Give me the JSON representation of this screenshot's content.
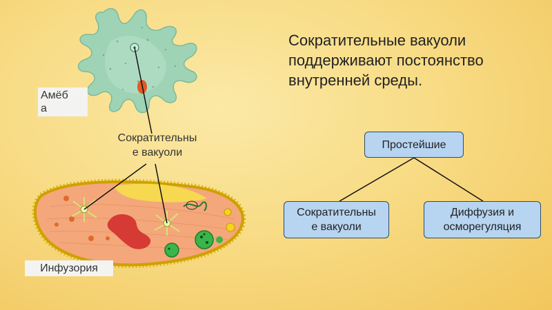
{
  "heading": "Сократительные вакуоли поддерживают постоянство внутренней среды.",
  "labels": {
    "amoeba": "Амёб\nа",
    "vacuoles_caption": "Сократительны\nе вакуоли",
    "infusoria": "Инфузория"
  },
  "diagram": {
    "root": "Простейшие",
    "left": "Сократительны\nе вакуоли",
    "right": "Диффузия и\nосморегуляция"
  },
  "colors": {
    "node_fill": "#b7d4f0",
    "node_border": "#2f4a66",
    "amoeba": "#9ed3b6",
    "infusoria_body": "#f4a77a",
    "nucleus": "#d6403a",
    "vacuole_green": "#39b54a"
  }
}
